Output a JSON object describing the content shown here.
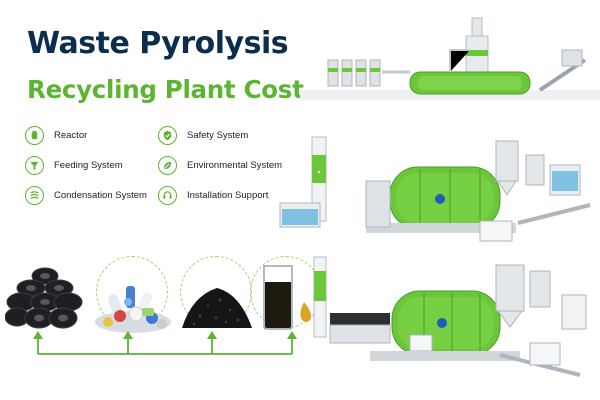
{
  "title": {
    "line1": "Waste Pyrolysis",
    "line2": "Recycling Plant Cost"
  },
  "features": [
    {
      "label": "Reactor",
      "icon": "reactor-icon"
    },
    {
      "label": "Safety System",
      "icon": "shield-check-icon"
    },
    {
      "label": "Feeding System",
      "icon": "funnel-icon"
    },
    {
      "label": "Environmental System",
      "icon": "leaf-icon"
    },
    {
      "label": "Condensation System",
      "icon": "coil-icon"
    },
    {
      "label": "Installation Support",
      "icon": "headset-icon"
    }
  ],
  "materials": [
    {
      "name": "tires",
      "icon": "tire-pile-icon"
    },
    {
      "name": "plastics",
      "icon": "plastic-pile-icon"
    },
    {
      "name": "carbon black",
      "icon": "carbon-black-icon"
    },
    {
      "name": "oil",
      "icon": "oil-beaker-icon"
    }
  ],
  "colors": {
    "navy": "#0c2d4c",
    "green": "#5cb531",
    "machine_green": "#6cc63a",
    "machine_gray": "#d6dade"
  }
}
